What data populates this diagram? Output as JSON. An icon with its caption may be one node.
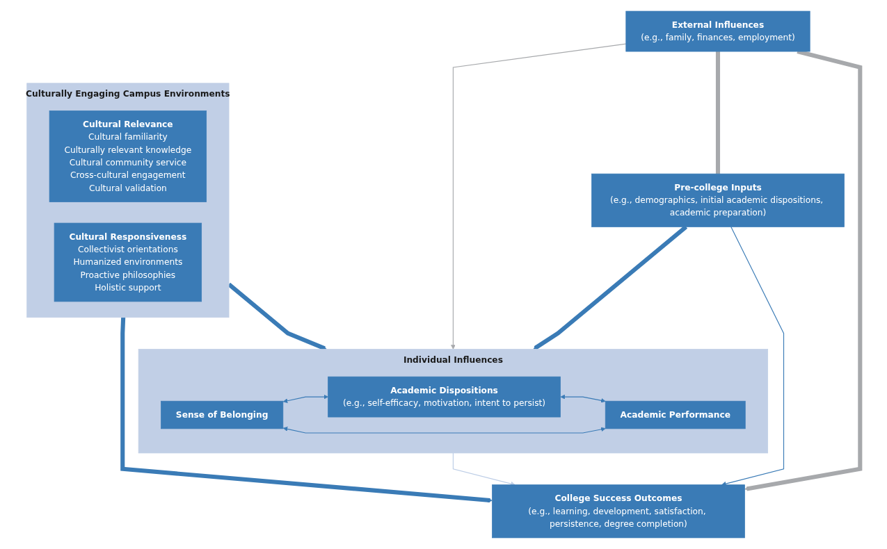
{
  "diagram": {
    "nodes": [
      {
        "text": [
          "External Influences",
          "(e.g., family, finances, employment)"
        ]
      },
      {
        "text": [
          "Culturally Engaging Campus Environments"
        ]
      },
      {
        "text": [
          "Cultural Relevance",
          "Cultural familiarity",
          "Culturally relevant knowledge",
          "Cultural community service",
          "Cross-cultural engagement",
          "Cultural validation"
        ],
        "in": 1
      },
      {
        "text": [
          "Cultural Responsiveness",
          "Collectivist orientations",
          "Humanized environments",
          "Proactive philosophies",
          "Holistic support"
        ],
        "in": 1
      },
      {
        "text": [
          "Pre-college Inputs",
          "(e.g., demographics, initial academic dispositions, academic preparation)"
        ]
      },
      {
        "text": [
          "Individual Influences"
        ]
      },
      {
        "text": [
          "Sense of Belonging"
        ],
        "in": 5
      },
      {
        "text": [
          "Academic Dispositions",
          "(e.g., self-efficacy, motivation, intent to persist)"
        ],
        "in": 5
      },
      {
        "text": [
          "Academic Performance"
        ],
        "in": 5
      },
      {
        "text": [
          "College Success Outcomes",
          "(e.g., learning, development, satisfaction, persistence, degree completion)"
        ]
      }
    ],
    "edges": [
      {
        "from": 0,
        "to": 9,
        "arrow": "to",
        "style": "thick",
        "color": "#a7a9ac"
      },
      {
        "from": 0,
        "to": 4,
        "arrow": "none",
        "style": "thick",
        "color": "#a7a9ac"
      },
      {
        "from": 0,
        "to": 5,
        "arrow": "to",
        "color": "#a7a9ac"
      },
      {
        "from": 1,
        "to": 5,
        "arrow": "to",
        "style": "thick"
      },
      {
        "from": 1,
        "to": 9,
        "arrow": "to",
        "style": "thick"
      },
      {
        "from": 4,
        "to": 5,
        "arrow": "to",
        "style": "thick"
      },
      {
        "from": 6,
        "to": 7,
        "arrow": "both"
      },
      {
        "from": 7,
        "to": 8,
        "arrow": "both"
      },
      {
        "from": 6,
        "to": 8,
        "arrow": "both"
      },
      {
        "from": 5,
        "to": 9,
        "arrow": "to",
        "color": "#bccde6"
      },
      {
        "from": 4,
        "to": 9,
        "arrow": "to"
      }
    ]
  }
}
